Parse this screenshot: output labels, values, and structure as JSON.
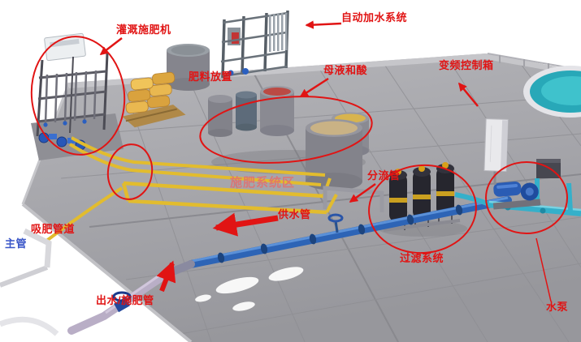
{
  "image_type": "3d-irrigation-fertigation-system-annotated-diagram",
  "annotations": {
    "irrigation_machine": "灌溉施肥机",
    "auto_water_system": "自动加水系统",
    "fertilizer_storage": "肥料放置",
    "mother_liquor_acid": "母液和酸",
    "vfd_control_box": "变频控制箱",
    "fertigation_area": "施肥系统区",
    "diversion_pipe": "分流管",
    "water_supply_pipe": "供水管",
    "fertilizer_suction_pipe": "吸肥管道",
    "main_pipe": "主管",
    "outlet_fertigation_pipe": "出水/施肥管",
    "filter_system": "过滤系统",
    "water_pump": "水泵"
  },
  "colors": {
    "annotation_red": "#e11414",
    "main_pipe_label_blue": "#3a56c8",
    "area_label_pink": "#e36f6f",
    "floor_gray": "#a8a8ad",
    "pool_teal": "#28a8b8",
    "pipe_yellow": "#e2bc2e",
    "pipe_blue": "#2d64b6",
    "pipe_cyan": "#35b0ca"
  }
}
